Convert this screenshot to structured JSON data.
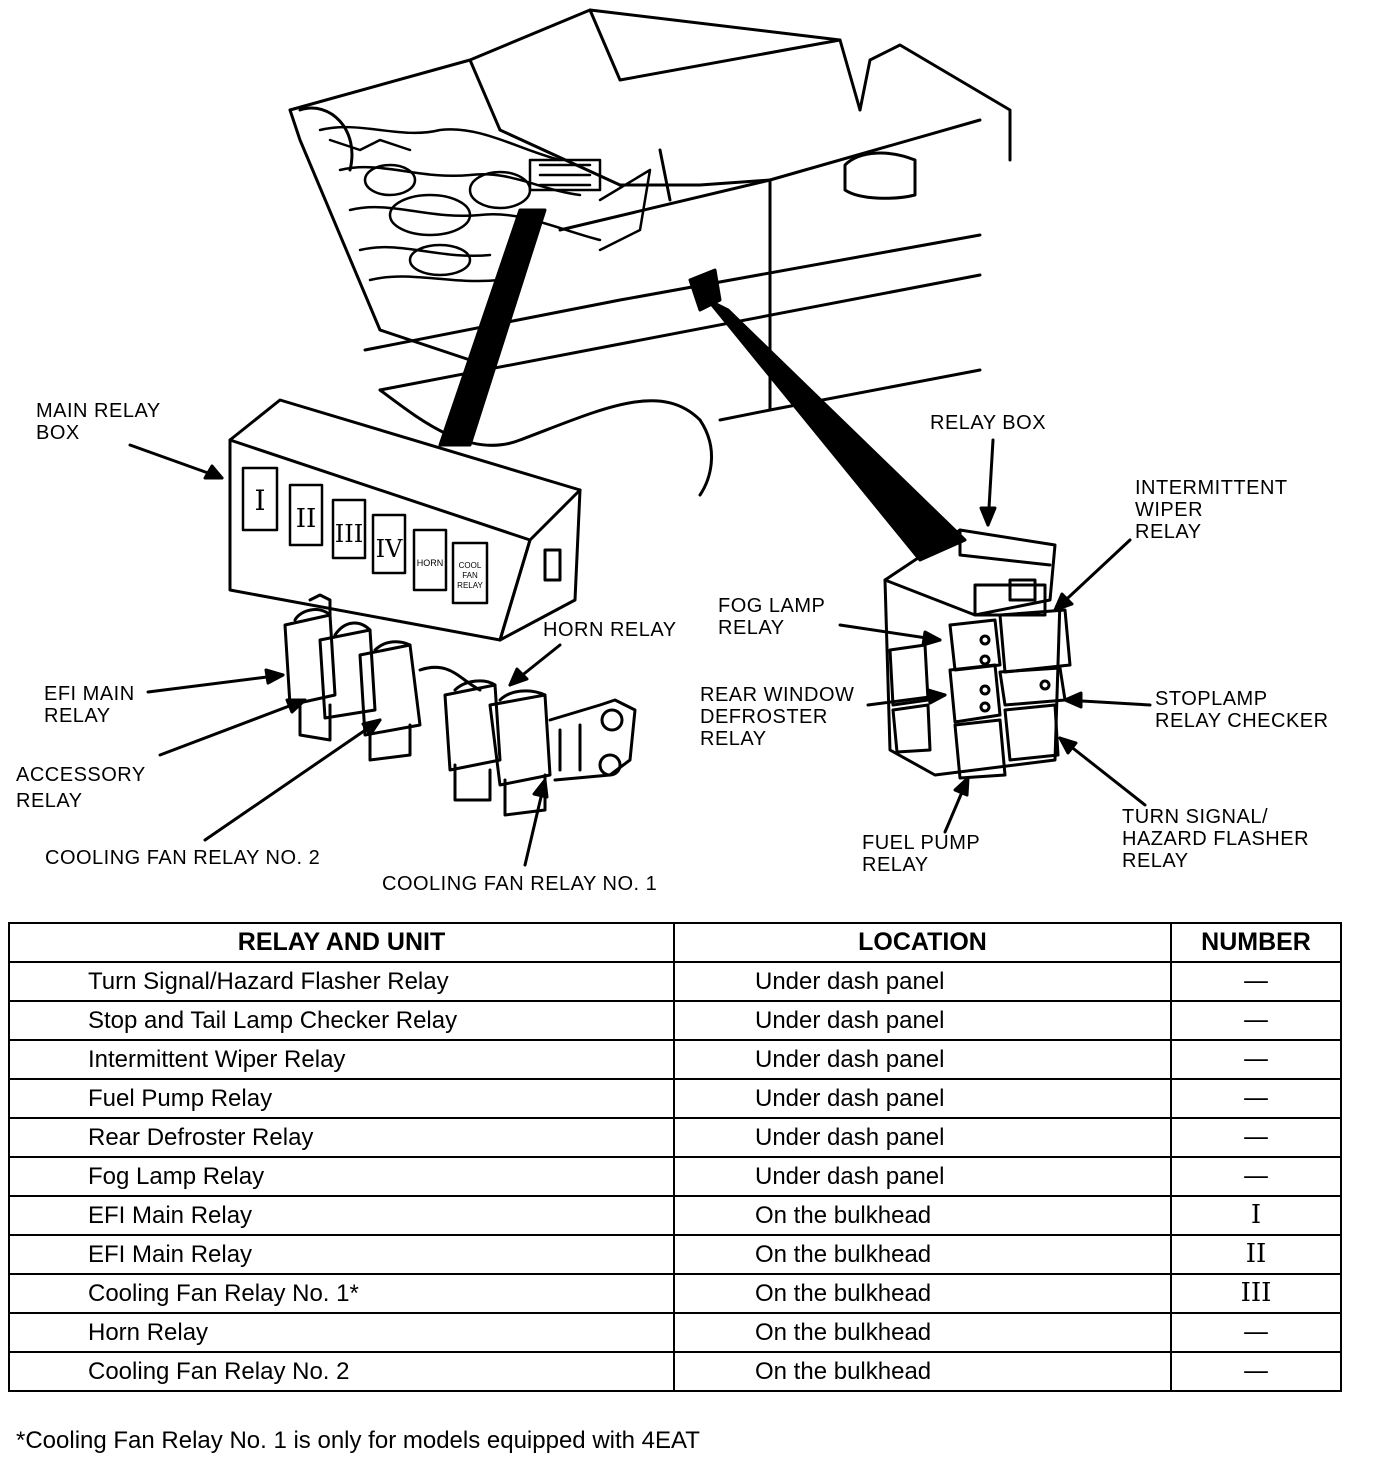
{
  "labels": {
    "main_relay_box": [
      "MAIN RELAY",
      "BOX"
    ],
    "relay_box": [
      "RELAY BOX"
    ],
    "intermittent_wiper_relay": [
      "INTERMITTENT",
      "WIPER",
      "RELAY"
    ],
    "fog_lamp_relay": [
      "FOG LAMP",
      "RELAY"
    ],
    "horn_relay": [
      "HORN RELAY"
    ],
    "efi_main_relay": [
      "EFI MAIN",
      "RELAY"
    ],
    "accessory_relay": [
      "ACCESSORY",
      "RELAY"
    ],
    "rear_window_defroster_relay": [
      "REAR WINDOW",
      "DEFROSTER",
      "RELAY"
    ],
    "stoplamp_relay_checker": [
      "STOPLAMP",
      "RELAY CHECKER"
    ],
    "cooling_fan_relay_2": [
      "COOLING FAN RELAY NO. 2"
    ],
    "cooling_fan_relay_1": [
      "COOLING FAN RELAY NO. 1"
    ],
    "fuel_pump_relay": [
      "FUEL PUMP",
      "RELAY"
    ],
    "turn_signal_relay": [
      "TURN SIGNAL/",
      "HAZARD FLASHER",
      "RELAY"
    ]
  },
  "box_marks": {
    "slots": [
      "I",
      "II",
      "III",
      "IV",
      "HORN",
      "COOL FAN RELAY"
    ]
  },
  "table": {
    "headers": [
      "RELAY AND UNIT",
      "LOCATION",
      "NUMBER"
    ],
    "rows": [
      {
        "unit": "Turn Signal/Hazard Flasher Relay",
        "location": "Under dash panel",
        "number": "—"
      },
      {
        "unit": "Stop and Tail Lamp Checker Relay",
        "location": "Under dash panel",
        "number": "—"
      },
      {
        "unit": "Intermittent Wiper Relay",
        "location": "Under dash panel",
        "number": "—"
      },
      {
        "unit": "Fuel Pump Relay",
        "location": "Under dash panel",
        "number": "—"
      },
      {
        "unit": "Rear Defroster Relay",
        "location": "Under dash panel",
        "number": "—"
      },
      {
        "unit": "Fog Lamp Relay",
        "location": "Under dash panel",
        "number": "—"
      },
      {
        "unit": "EFI Main Relay",
        "location": "On the bulkhead",
        "number": "I"
      },
      {
        "unit": "EFI Main Relay",
        "location": "On the bulkhead",
        "number": "II"
      },
      {
        "unit": "Cooling Fan Relay No. 1*",
        "location": "On the bulkhead",
        "number": "III"
      },
      {
        "unit": "Horn Relay",
        "location": "On the bulkhead",
        "number": "—"
      },
      {
        "unit": "Cooling Fan Relay No. 2",
        "location": "On the bulkhead",
        "number": "—"
      }
    ]
  },
  "footnote": "*Cooling Fan Relay No. 1 is only for models equipped with 4EAT"
}
